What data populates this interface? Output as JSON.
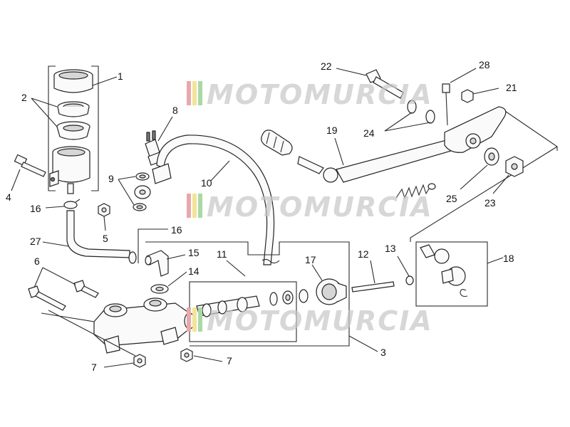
{
  "watermark": {
    "text": "MOTOMURCIA",
    "stripe_colors": [
      "#e9a8a8",
      "#f2e49a",
      "#a9d9a4"
    ]
  },
  "callouts": {
    "c1": "1",
    "c2": "2",
    "c3": "3",
    "c4": "4",
    "c5": "5",
    "c6": "6",
    "c7a": "7",
    "c7b": "7",
    "c8": "8",
    "c9": "9",
    "c10": "10",
    "c11": "11",
    "c12": "12",
    "c13": "13",
    "c14": "14",
    "c15": "15",
    "c16a": "16",
    "c16b": "16",
    "c17": "17",
    "c18": "18",
    "c19": "19",
    "c21": "21",
    "c22": "22",
    "c23": "23",
    "c24": "24",
    "c25": "25",
    "c27": "27",
    "c28": "28"
  }
}
